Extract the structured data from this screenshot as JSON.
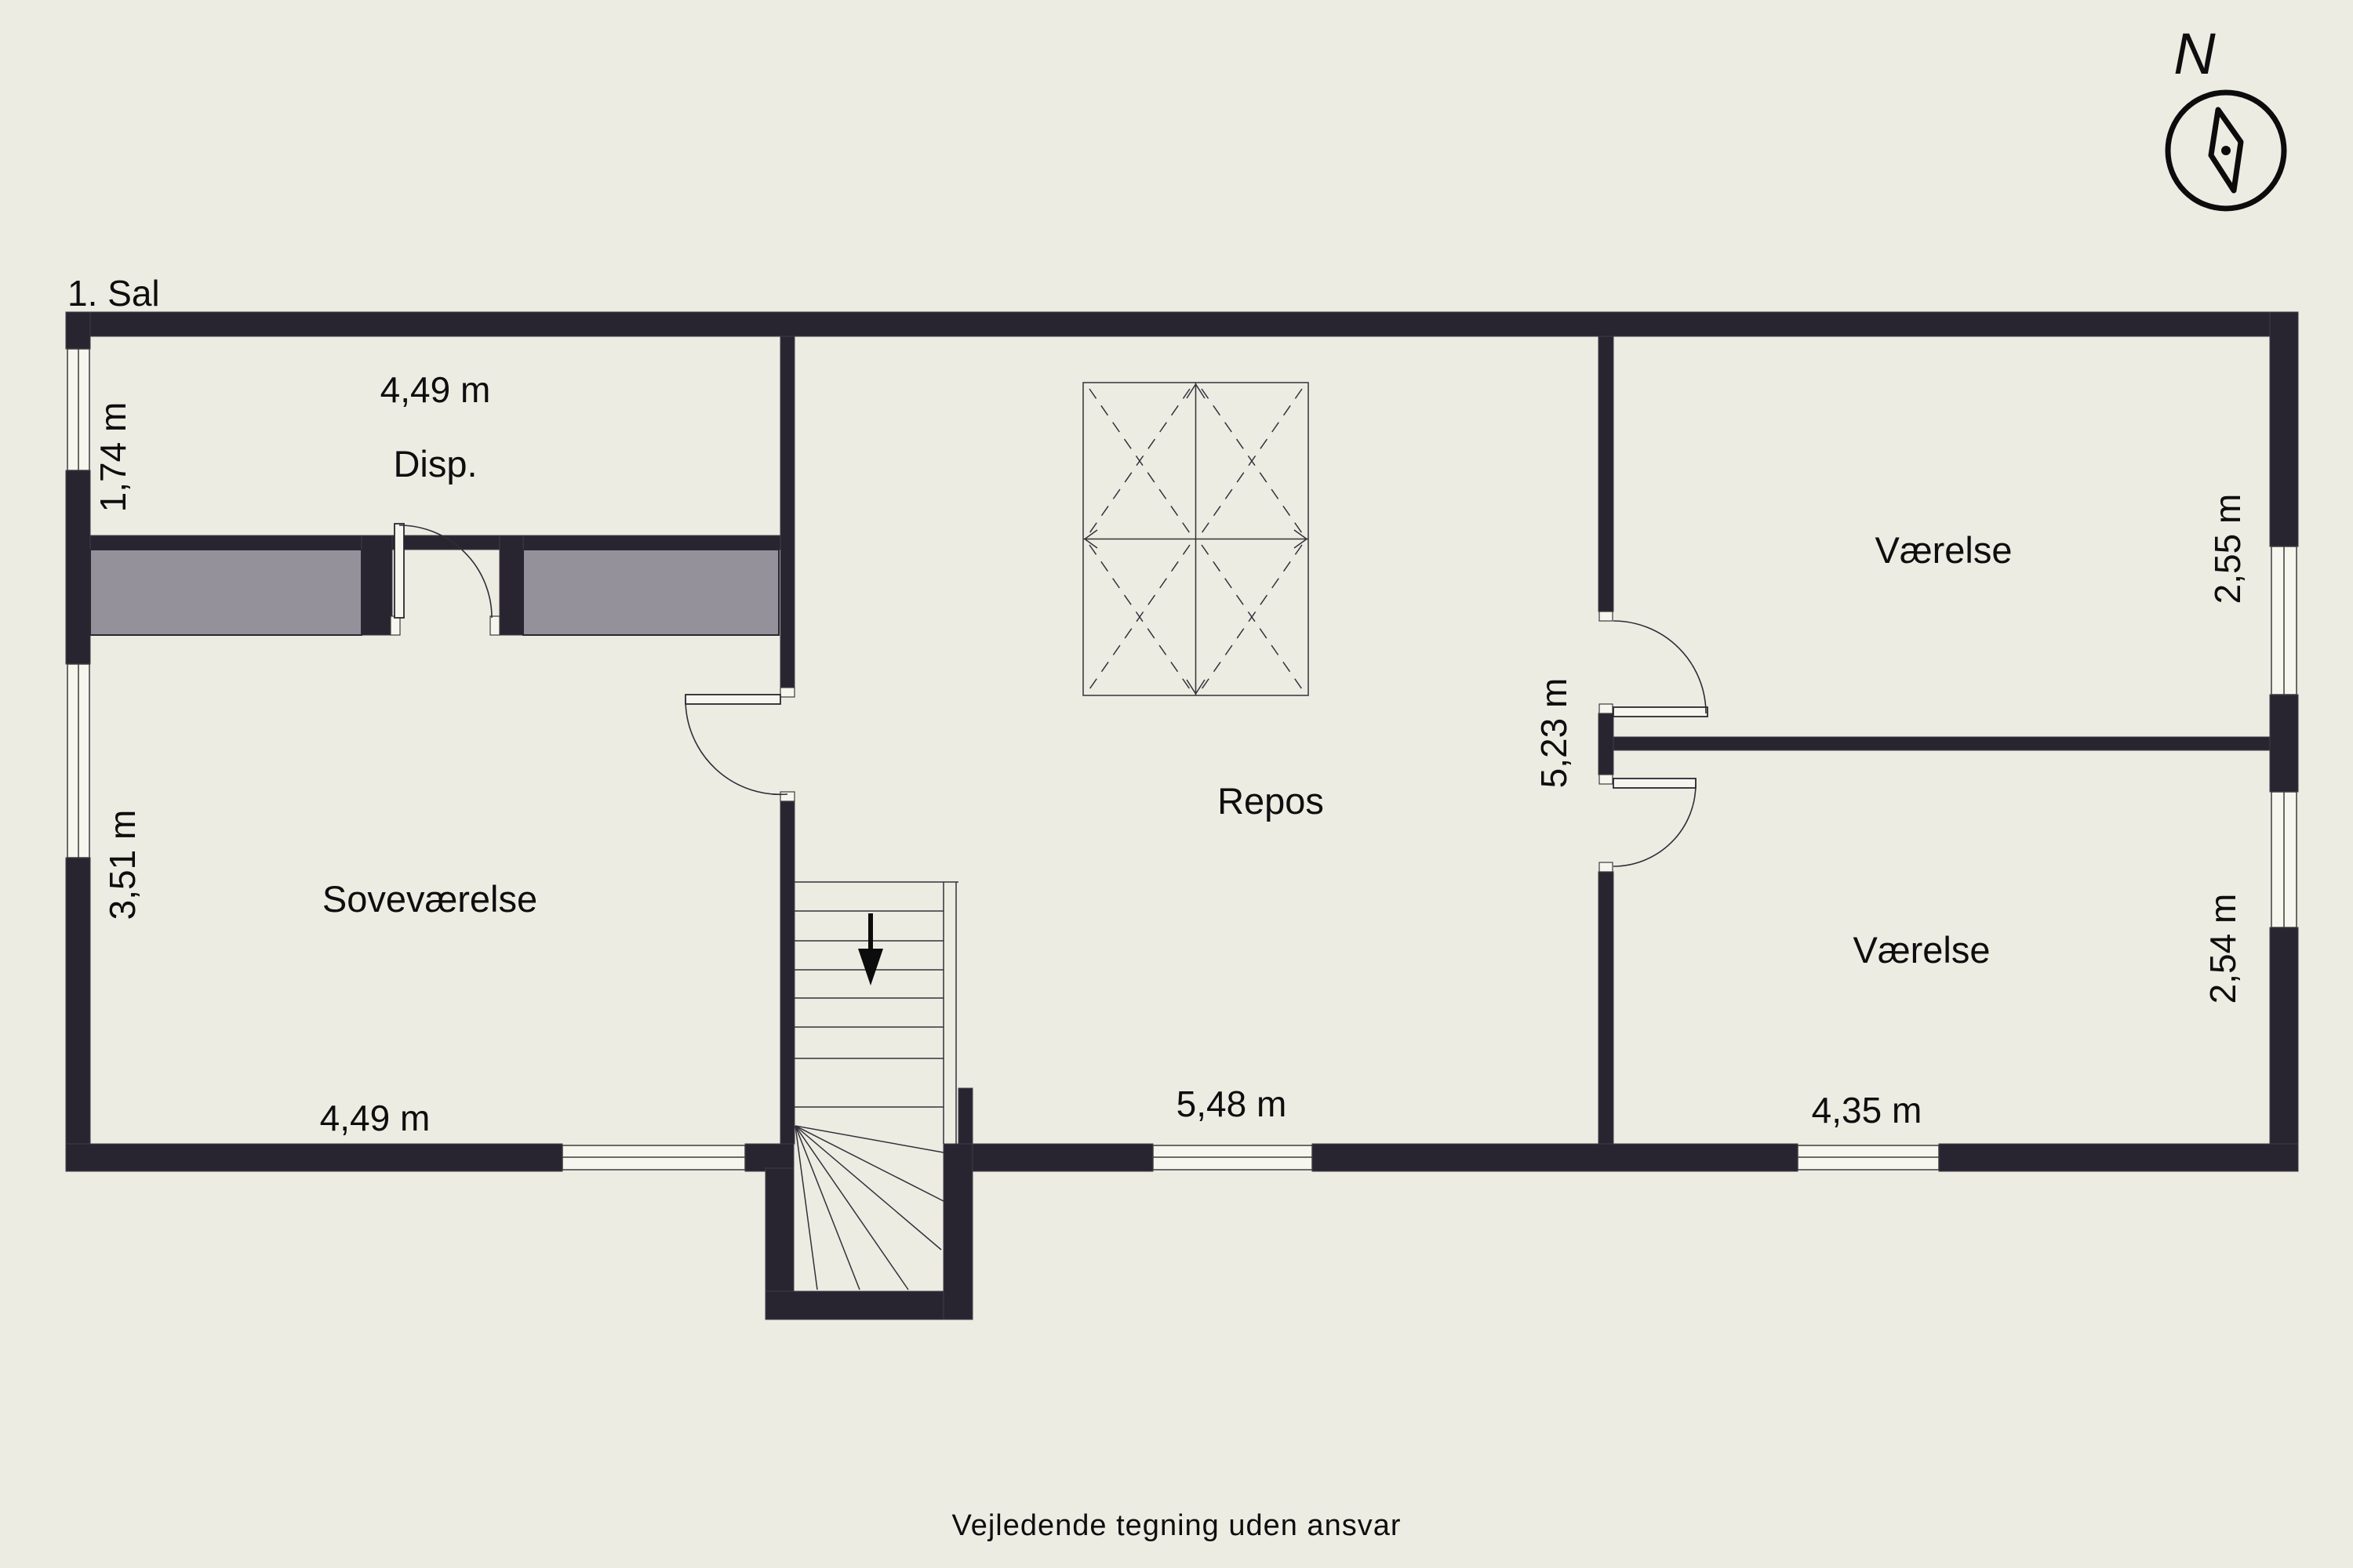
{
  "floor_plan": {
    "title": "1. Sal",
    "footer": "Vejledende tegning uden ansvar",
    "compass": {
      "north_label": "N"
    },
    "rooms": {
      "disp": {
        "label": "Disp."
      },
      "sovevaerelse": {
        "label": "Soveværelse"
      },
      "repos": {
        "label": "Repos"
      },
      "vaerelse_top": {
        "label": "Værelse"
      },
      "vaerelse_bottom": {
        "label": "Værelse"
      }
    },
    "dimensions": {
      "disp_width": "4,49 m",
      "disp_depth": "1,74 m",
      "sove_depth": "3,51 m",
      "sove_width": "4,49 m",
      "repos_width": "5,48 m",
      "repos_depth": "5,23 m",
      "vaerelse_top_depth": "2,55 m",
      "vaerelse_bottom_depth": "2,54 m",
      "vaerelse_bottom_width": "4,35 m"
    },
    "colors": {
      "wall": "#292530",
      "background": "#edece3",
      "wardrobe": "#95919a",
      "window": "#f7f6ee",
      "line": "#33313a"
    }
  }
}
